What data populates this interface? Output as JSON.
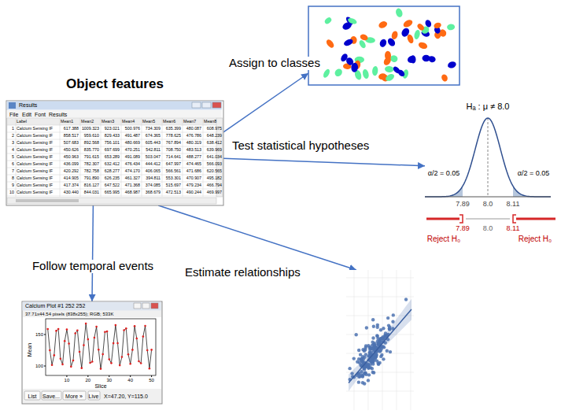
{
  "diagram": {
    "nodes": [
      {
        "text": []
      },
      {
        "text": [
          "Object features",
          "Results",
          "File",
          "Edit",
          "Font",
          "Results",
          "Label",
          "Mean1",
          "Mean2",
          "Mean3",
          "Mean4",
          "Mean5",
          "Mean6",
          "Mean7",
          "Mean8",
          "1",
          "Calcium Sensing IF",
          "617.388",
          "1009.323",
          "923.021",
          "500.976",
          "734.309",
          "635.399",
          "480.087",
          "608.975",
          "2",
          "Calcium Sensing IF",
          "858.517",
          "959.610",
          "829.433",
          "491.487",
          "674.365",
          "778.625",
          "476.786",
          "648.239",
          "3",
          "Calcium Sensing IF",
          "507.683",
          "892.568",
          "756.101",
          "480.669",
          "605.443",
          "767.894",
          "480.319",
          "638.412",
          "4",
          "Calcium Sensing IF",
          "450.626",
          "835.770",
          "697.699",
          "470.251",
          "542.811",
          "708.750",
          "483.513",
          "639.969",
          "5",
          "Calcium Sensing IF",
          "450.963",
          "791.615",
          "653.289",
          "491.089",
          "503.047",
          "714.641",
          "488.277",
          "641.034",
          "6",
          "Calcium Sensing IF",
          "436.099",
          "782.307",
          "632.412",
          "476.434",
          "444.412",
          "647.997",
          "474.465",
          "566.093",
          "7",
          "Calcium Sensing IF",
          "420.292",
          "782.758",
          "628.277",
          "474.170",
          "406.065",
          "566.561",
          "471.686",
          "620.565",
          "8",
          "Calcium Sensing IF",
          "414.905",
          "791.890",
          "626.235",
          "461.327",
          "394.811",
          "553.301",
          "470.907",
          "495.182",
          "9",
          "Calcium Sensing IF",
          "417.374",
          "816.127",
          "647.522",
          "471.368",
          "374.085",
          "515.697",
          "479.234",
          "466.794",
          "10",
          "Calcium Sensing IF",
          "430.440",
          "844.031",
          "665.995",
          "468.987",
          "368.679",
          "472.513",
          "490.244",
          "469.997"
        ]
      },
      {
        "text": [
          "Hₐ : μ ≠ 8.0",
          "α/2 = 0.05",
          "α/2 = 0.05",
          "7.89",
          "8.0",
          "8.11",
          "7.89",
          "8.0",
          "8.11",
          "Reject H₀",
          "Reject H₀"
        ]
      },
      {
        "text": [
          "Calcium Plot #1 252 252",
          "37.71x44.54 pixels (838x255); RGB; 533K",
          "Mean",
          "150",
          "100",
          "10",
          "20",
          "30",
          "40",
          "50",
          "Slice",
          "List",
          "Save...",
          "More »",
          "Live",
          "X=47.20, Y=115.0"
        ]
      },
      {
        "text": []
      }
    ],
    "edges": [
      {
        "from": 1,
        "to": 0,
        "arrow": "to",
        "label": "Assign to classes"
      },
      {
        "from": 1,
        "to": 2,
        "arrow": "to",
        "label": "Test statistical hypotheses"
      },
      {
        "from": 1,
        "to": 3,
        "arrow": "to",
        "label": "Follow temporal events"
      },
      {
        "from": 1,
        "to": 4,
        "arrow": "to",
        "label": "Estimate relationships"
      }
    ]
  }
}
